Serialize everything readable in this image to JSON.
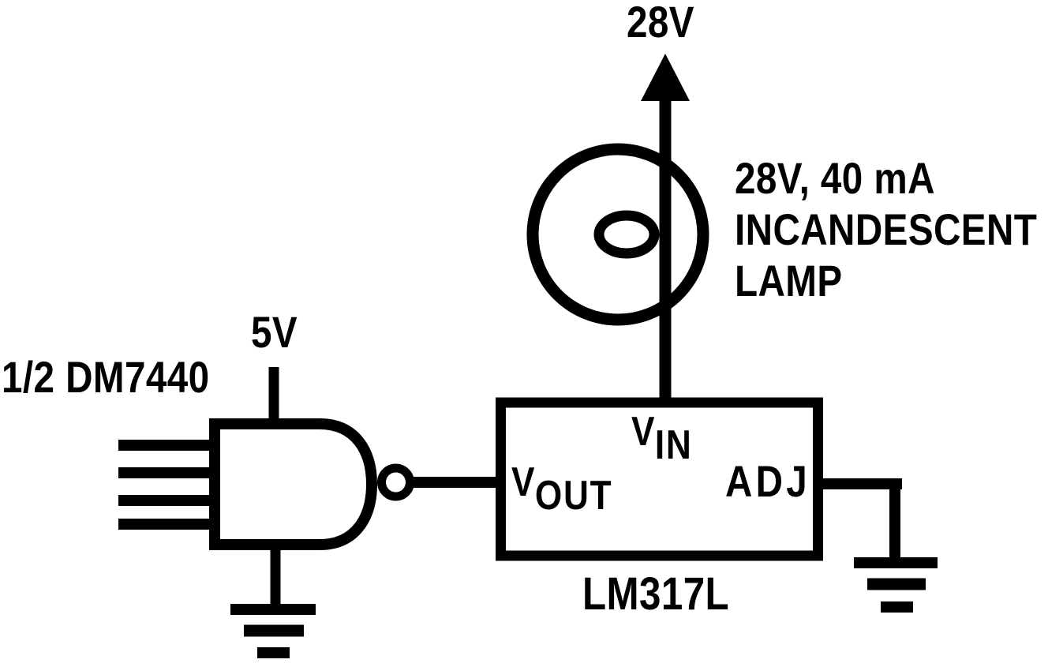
{
  "colors": {
    "ink": "#000000",
    "background": "#ffffff"
  },
  "power": {
    "rail_28v_label": "28V",
    "rail_5v_label": "5V"
  },
  "lamp": {
    "symbol": "incandescent-lamp-icon",
    "note": {
      "line1": "28V, 40 mA",
      "line2": "INCANDESCENT",
      "line3": "LAMP"
    }
  },
  "nand_gate": {
    "symbol": "nand-gate-icon",
    "part_label": "1/2 DM7440",
    "input_count": 4
  },
  "regulator": {
    "part_label": "LM317L",
    "pins": {
      "vin": {
        "base": "V",
        "sub": "IN"
      },
      "vout": {
        "base": "V",
        "sub": "OUT"
      },
      "adj": "ADJ"
    }
  },
  "grounds": {
    "symbol": "ground-icon",
    "count": 2
  }
}
